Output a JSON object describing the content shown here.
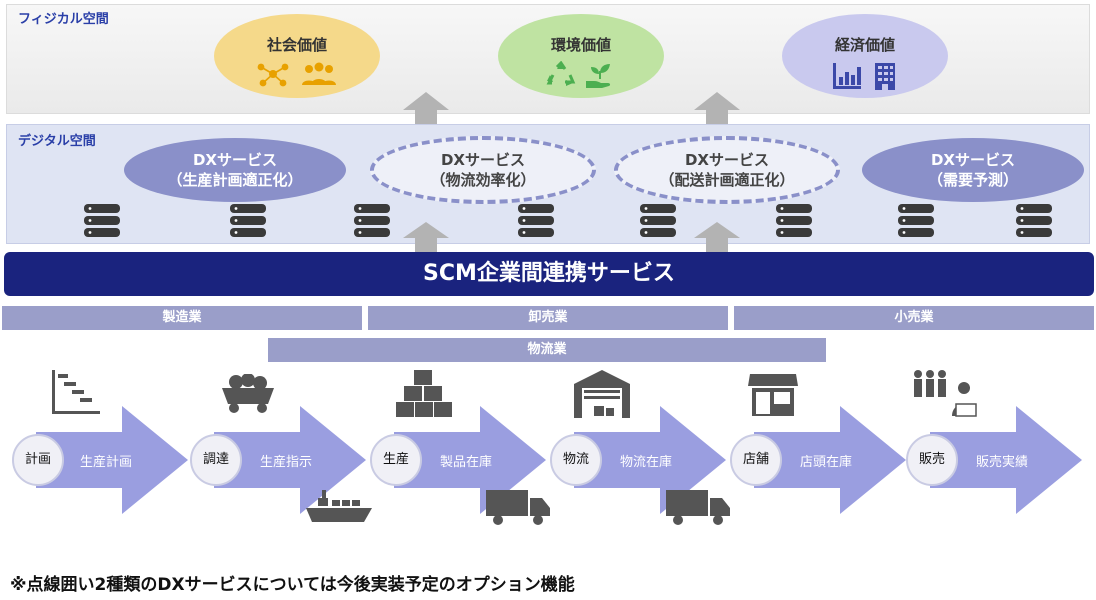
{
  "physical": {
    "label": "フィジカル空間",
    "values": [
      {
        "title": "社会価値",
        "color": "#f5d98a"
      },
      {
        "title": "環境価値",
        "color": "#bfe3a2"
      },
      {
        "title": "経済価値",
        "color": "#c9c9ee"
      }
    ]
  },
  "digital": {
    "label": "デジタル空間",
    "services": [
      {
        "line1": "DXサービス",
        "line2": "（生産計画適正化）",
        "optional": false
      },
      {
        "line1": "DXサービス",
        "line2": "（物流効率化）",
        "optional": true
      },
      {
        "line1": "DXサービス",
        "line2": "（配送計画適正化）",
        "optional": true
      },
      {
        "line1": "DXサービス",
        "line2": "（需要予測）",
        "optional": false
      }
    ]
  },
  "scm": {
    "title": "SCM企業間連携サービス"
  },
  "industries": {
    "manufacturing": "製造業",
    "wholesale": "卸売業",
    "retail": "小売業",
    "logistics": "物流業"
  },
  "process": [
    {
      "stage": "計画",
      "label": "生産計画"
    },
    {
      "stage": "調達",
      "label": "生産指示"
    },
    {
      "stage": "生産",
      "label": "製品在庫"
    },
    {
      "stage": "物流",
      "label": "物流在庫"
    },
    {
      "stage": "店舗",
      "label": "店頭在庫"
    },
    {
      "stage": "販売",
      "label": "販売実績"
    }
  ],
  "footnote": "※点線囲い2種類のDXサービスについては今後実装予定のオプション機能",
  "colors": {
    "accent": "#1a237e",
    "service": "#8a90c9",
    "industry": "#9a9ec9",
    "icon_gray": "#555555",
    "icon_gold": "#e8a100",
    "icon_green": "#4caf50",
    "icon_indigo": "#3b48a8"
  }
}
